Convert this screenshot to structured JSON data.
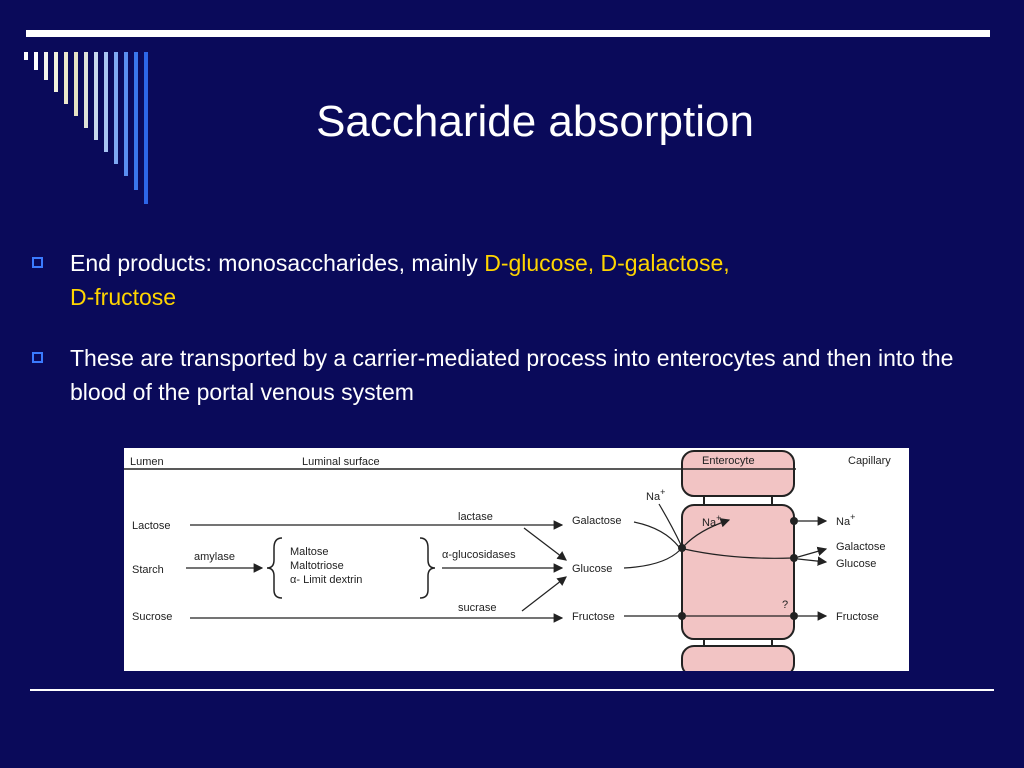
{
  "slide": {
    "title": "Saccharide absorption",
    "bullets": [
      {
        "text": "End products: monosaccharides, mainly ",
        "highlight_line1": "D-glucose, D-galactose,",
        "highlight_line2": "D-fructose"
      },
      {
        "text": "These are transported by a carrier-mediated process into enterocytes and then into the blood of the portal venous system"
      }
    ],
    "colors": {
      "background": "#0a0a5a",
      "highlight": "#ffd500",
      "bullet": "#3b7bff",
      "cell": "#f2c4c4"
    }
  },
  "figure": {
    "lumen": "Lumen",
    "luminal_surface": "Luminal surface",
    "enterocyte": "Enterocyte",
    "capillary": "Capillary",
    "lactose": "Lactose",
    "starch": "Starch",
    "sucrose": "Sucrose",
    "amylase": "amylase",
    "maltose": "Maltose",
    "maltotriose": "Maltotriose",
    "limit_dextrin": "α- Limit dextrin",
    "lactase": "lactase",
    "glucosidases": "α-glucosidases",
    "sucrase": "sucrase",
    "galactose": "Galactose",
    "glucose": "Glucose",
    "fructose": "Fructose",
    "na": "Na",
    "plus": "+",
    "question": "?"
  }
}
